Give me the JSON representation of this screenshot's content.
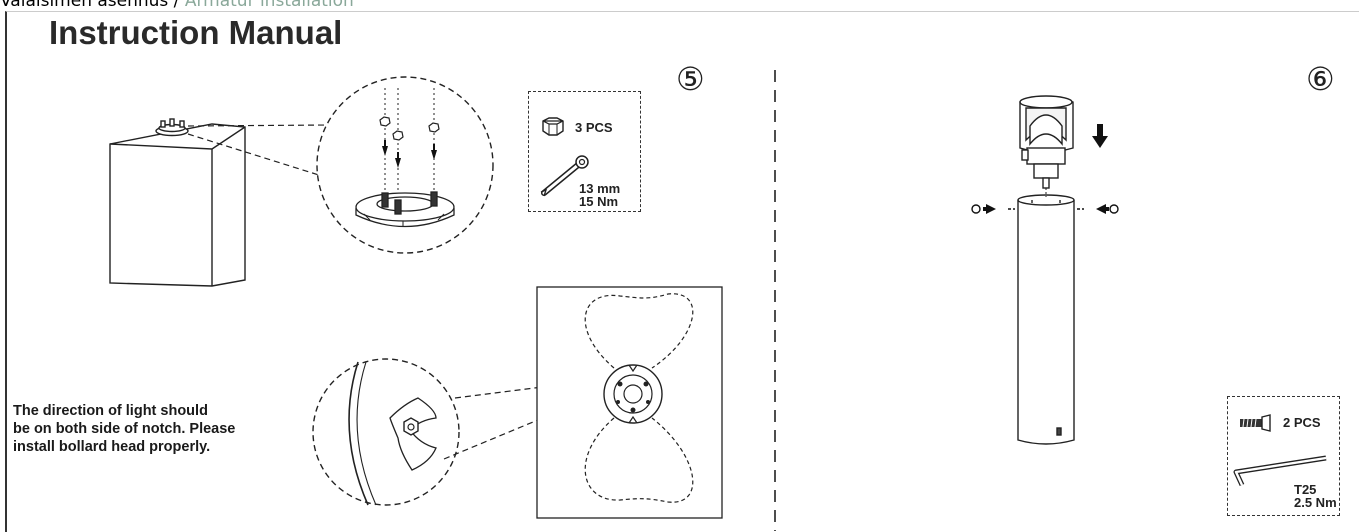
{
  "breadcrumb": {
    "prefix": "Valaisimen asennus / ",
    "link": "Armatur installation"
  },
  "manual": {
    "title": "Instruction Manual",
    "note_lines": [
      "The direction of light should",
      "be on both side of notch. Please",
      "install bollard head properly."
    ]
  },
  "step5": {
    "number": "⑤",
    "tools": {
      "nut_qty": "3 PCS",
      "wrench_size": "13 mm",
      "wrench_torque": "15 Nm"
    }
  },
  "step6": {
    "number": "⑥",
    "tools": {
      "screw_qty": "2 PCS",
      "key_size": "T25",
      "key_torque": "2.5 Nm"
    }
  },
  "icons": [
    "hex-nut-icon",
    "wrench-icon",
    "screw-icon",
    "torx-key-icon",
    "arrow-down-icon",
    "rotate-arrow-icon"
  ]
}
